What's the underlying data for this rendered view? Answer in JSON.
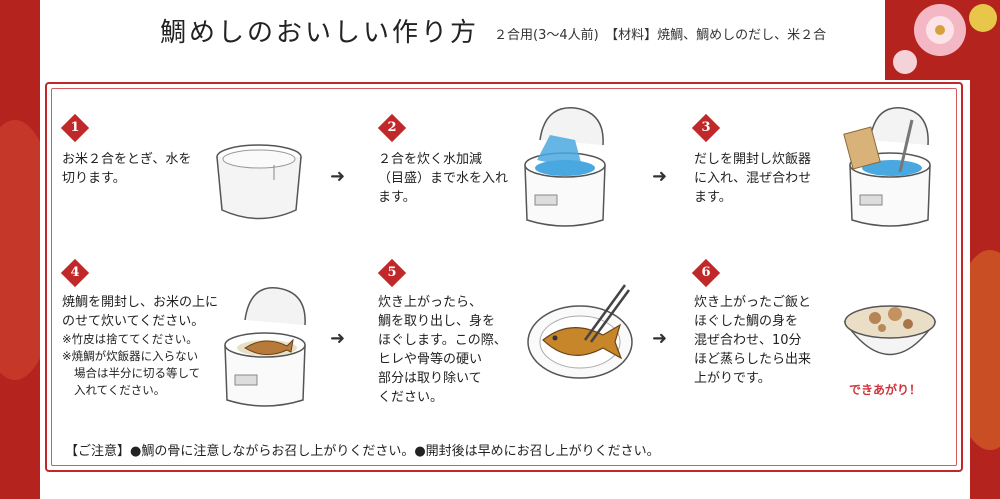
{
  "title": "鯛めしのおいしい作り方",
  "header_info": "２合用(3～4人前)　【材料】焼鯛、鯛めしのだし、米２合",
  "steps": [
    {
      "num": "1",
      "lines": [
        "お米２合をとぎ、水を",
        "切ります。"
      ]
    },
    {
      "num": "2",
      "lines": [
        "２合を炊く水加減",
        "（目盛）まで水を入れ",
        "ます。"
      ]
    },
    {
      "num": "3",
      "lines": [
        "だしを開封し炊飯器",
        "に入れ、混ぜ合わせ",
        "ます。"
      ]
    },
    {
      "num": "4",
      "lines": [
        "焼鯛を開封し、お米の上に",
        "のせて炊いてください。"
      ],
      "notes": [
        "※竹皮は捨ててください。",
        "※焼鯛が炊飯器に入らない",
        "場合は半分に切る等して",
        "入れてください。"
      ]
    },
    {
      "num": "5",
      "lines": [
        "炊き上がったら、",
        "鯛を取り出し、身を",
        "ほぐします。この際、",
        "ヒレや骨等の硬い",
        "部分は取り除いて",
        "ください。"
      ]
    },
    {
      "num": "6",
      "lines": [
        "炊き上がったご飯と",
        "ほぐした鯛の身を",
        "混ぜ合わせ、10分",
        "ほど蒸らしたら出来",
        "上がりです。"
      ]
    }
  ],
  "arrow_glyph": "➜",
  "done_label": "できあがり！",
  "caution": "【ご注意】●鯛の骨に注意しながらお召し上がりください。●開封後は早めにお召し上がりください。",
  "colors": {
    "accent": "#c0282a",
    "background_red": "#b5231f",
    "water_blue": "#4aa8e0"
  }
}
